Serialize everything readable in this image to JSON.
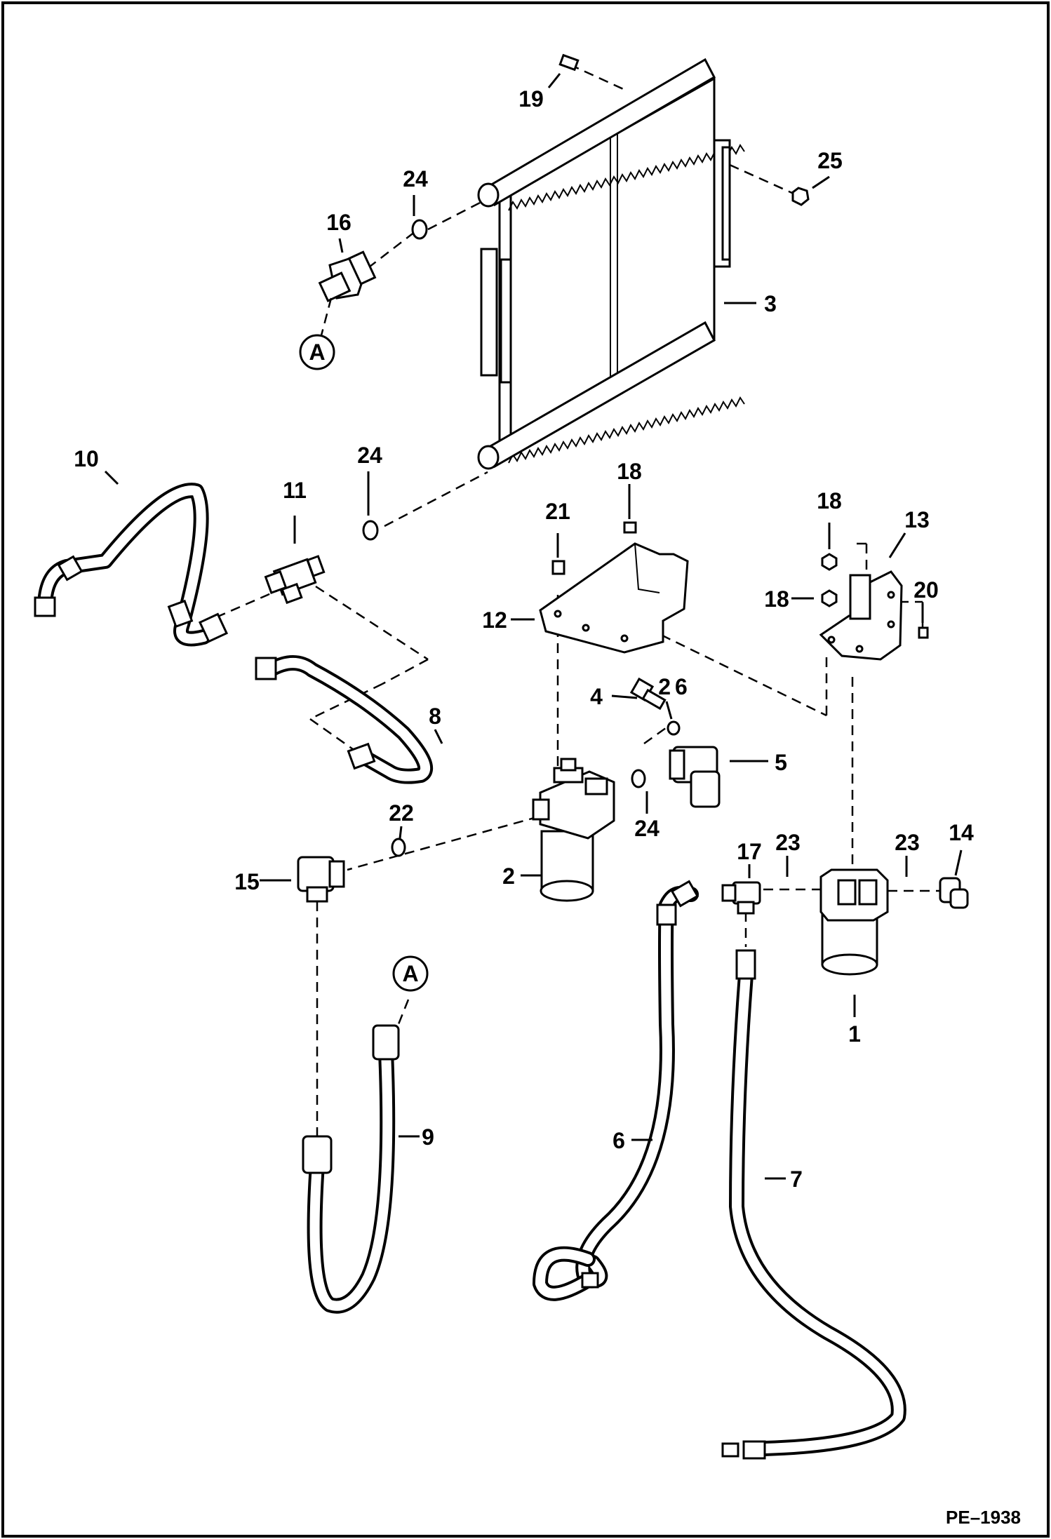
{
  "drawing_code": "PE–1938",
  "reference_letter": "A",
  "callouts": {
    "c1": "1",
    "c2": "2",
    "c3": "3",
    "c4": "4",
    "c5": "5",
    "c6": "6",
    "c7": "7",
    "c8": "8",
    "c9": "9",
    "c10": "10",
    "c11": "11",
    "c12": "12",
    "c13": "13",
    "c14": "14",
    "c15": "15",
    "c16": "16",
    "c17": "17",
    "c18a": "18",
    "c18b": "18",
    "c18c": "18",
    "c19": "19",
    "c20": "20",
    "c21": "21",
    "c22": "22",
    "c23a": "23",
    "c23b": "23",
    "c24a": "24",
    "c24b": "24",
    "c24c": "24",
    "c25": "25",
    "c26": "26"
  }
}
